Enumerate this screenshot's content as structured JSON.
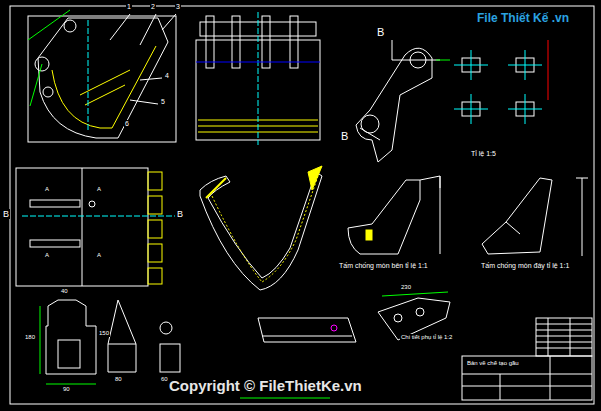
{
  "diagram": {
    "labels": [
      "1",
      "2",
      "3",
      "4",
      "5",
      "6",
      "B",
      "B",
      "Tỉ lệ 1:5",
      "A",
      "A",
      "A",
      "A",
      "B",
      "B",
      "Tấm chống mòn bên tỉ lệ 1:1",
      "Tấm chống mòn đáy tỉ lệ 1:1",
      "Chi tiết phụ tỉ lệ 1:2",
      "230",
      "180",
      "40",
      "150",
      "90",
      "80",
      "60",
      "Bản vẽ chế tạo gầu",
      "File Thiết Kế .vn",
      "Copyright © FileThietKe.vn"
    ]
  }
}
